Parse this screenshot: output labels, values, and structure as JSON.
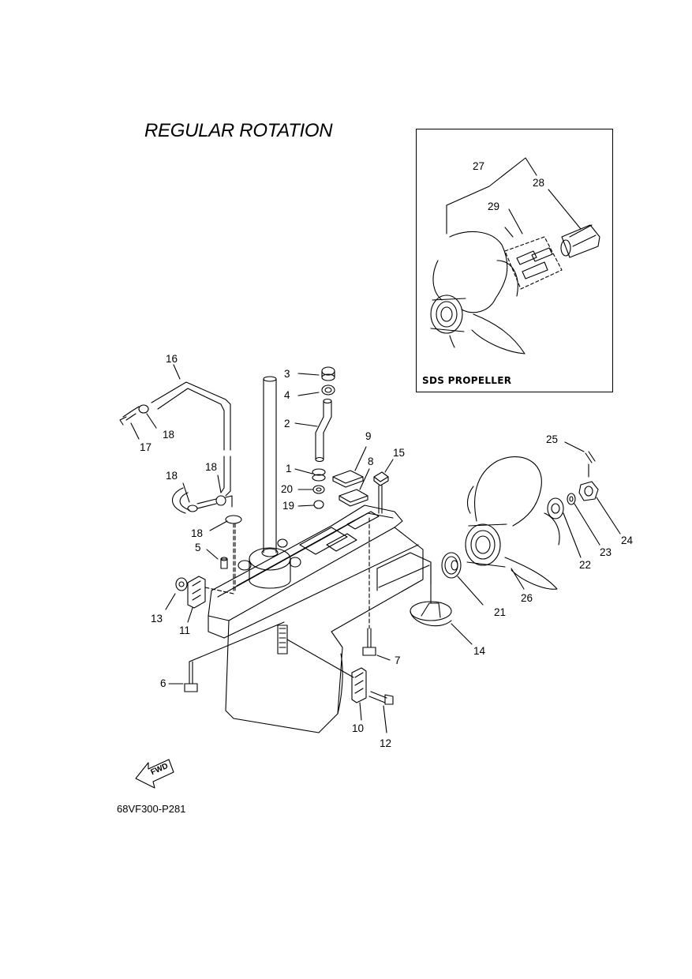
{
  "title": "REGULAR ROTATION",
  "inset": {
    "label": "SDS PROPELLER"
  },
  "fwd_label": "FWD",
  "footer_code": "68VF300-P281",
  "callouts": [
    "27",
    "28",
    "29",
    "16",
    "3",
    "4",
    "18",
    "17",
    "2",
    "9",
    "15",
    "8",
    "25",
    "18",
    "18",
    "1",
    "20",
    "19",
    "18",
    "5",
    "24",
    "23",
    "22",
    "13",
    "11",
    "21",
    "26",
    "14",
    "7",
    "6",
    "10",
    "12"
  ]
}
